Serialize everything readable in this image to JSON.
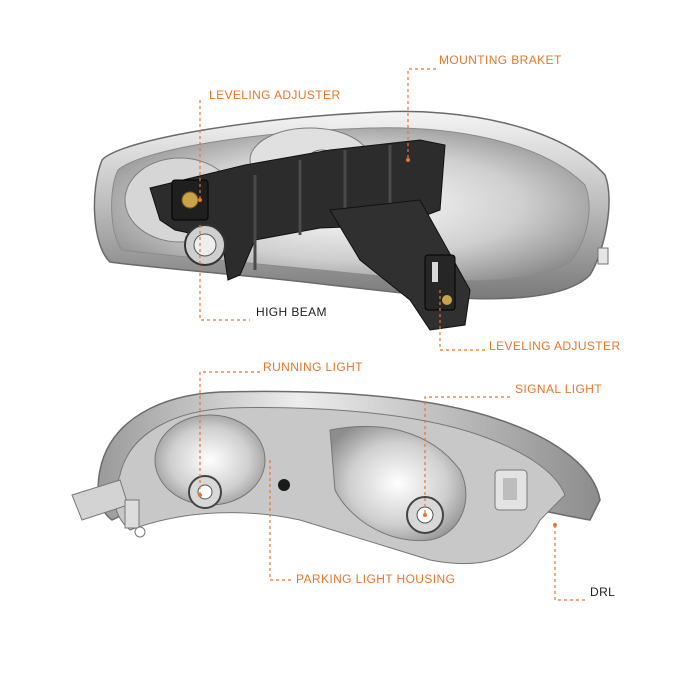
{
  "colors": {
    "accent": "#e8762a",
    "text_dark": "#222222",
    "background": "#ffffff"
  },
  "labels": {
    "mounting_braket": "MOUNTING BRAKET",
    "leveling_adjuster_top": "LEVELING ADJUSTER",
    "high_beam": "HIGH BEAM",
    "leveling_adjuster_bottom": "LEVELING ADJUSTER",
    "running_light": "RUNNING LIGHT",
    "signal_light": "SIGNAL LIGHT",
    "parking_light_housing": "PARKING LIGHT HOUSING",
    "drl": "DRL"
  }
}
